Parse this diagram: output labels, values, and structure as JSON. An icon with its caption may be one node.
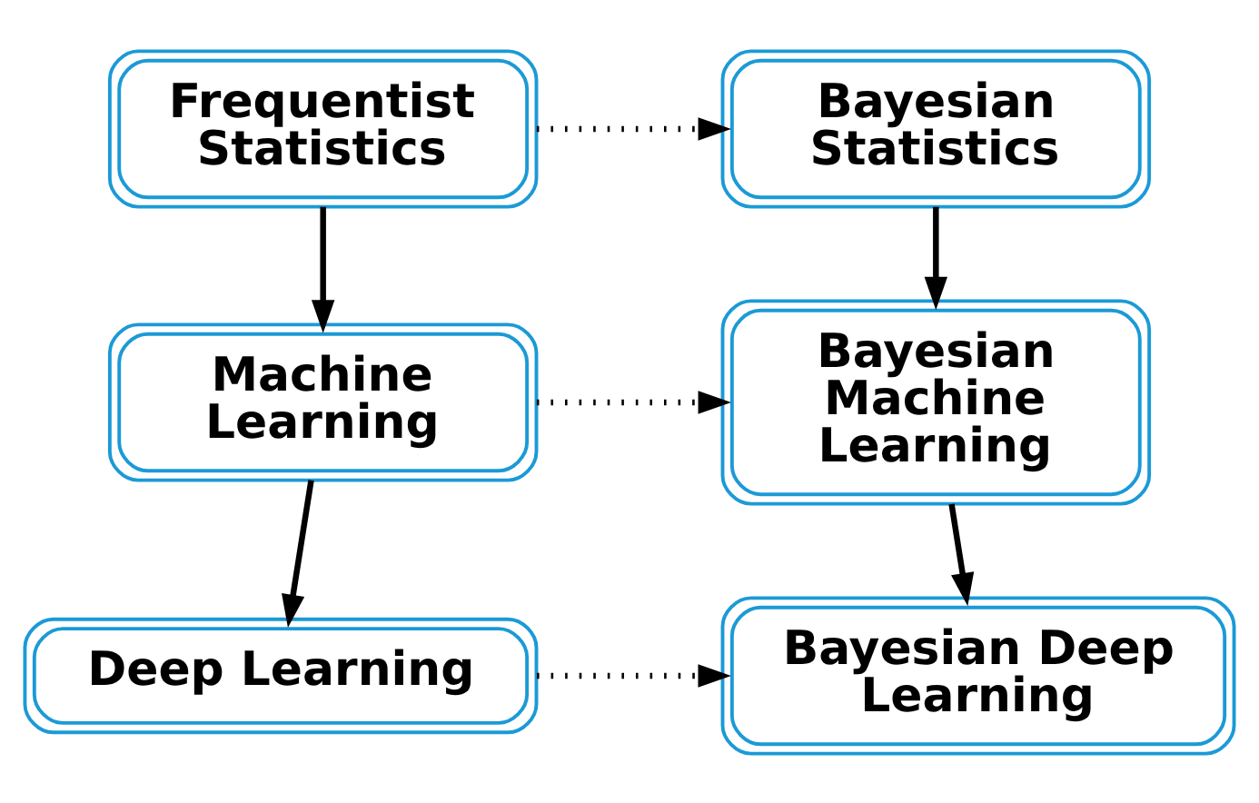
{
  "diagram": {
    "nodes": [
      {
        "text": [
          "Frequentist Statistics"
        ]
      },
      {
        "text": [
          "Bayesian Statistics"
        ]
      },
      {
        "text": [
          "Machine Learning"
        ]
      },
      {
        "text": [
          "Bayesian Machine Learning"
        ]
      },
      {
        "text": [
          "Deep Learning"
        ]
      },
      {
        "text": [
          "Bayesian Deep Learning"
        ]
      }
    ],
    "edges": [
      {
        "from": 0,
        "to": 1,
        "arrow": "to",
        "style": "dashed"
      },
      {
        "from": 0,
        "to": 2,
        "arrow": "to"
      },
      {
        "from": 1,
        "to": 3,
        "arrow": "to"
      },
      {
        "from": 2,
        "to": 3,
        "arrow": "to",
        "style": "dashed"
      },
      {
        "from": 2,
        "to": 4,
        "arrow": "to"
      },
      {
        "from": 3,
        "to": 5,
        "arrow": "to"
      },
      {
        "from": 4,
        "to": 5,
        "arrow": "to",
        "style": "dashed"
      }
    ]
  }
}
